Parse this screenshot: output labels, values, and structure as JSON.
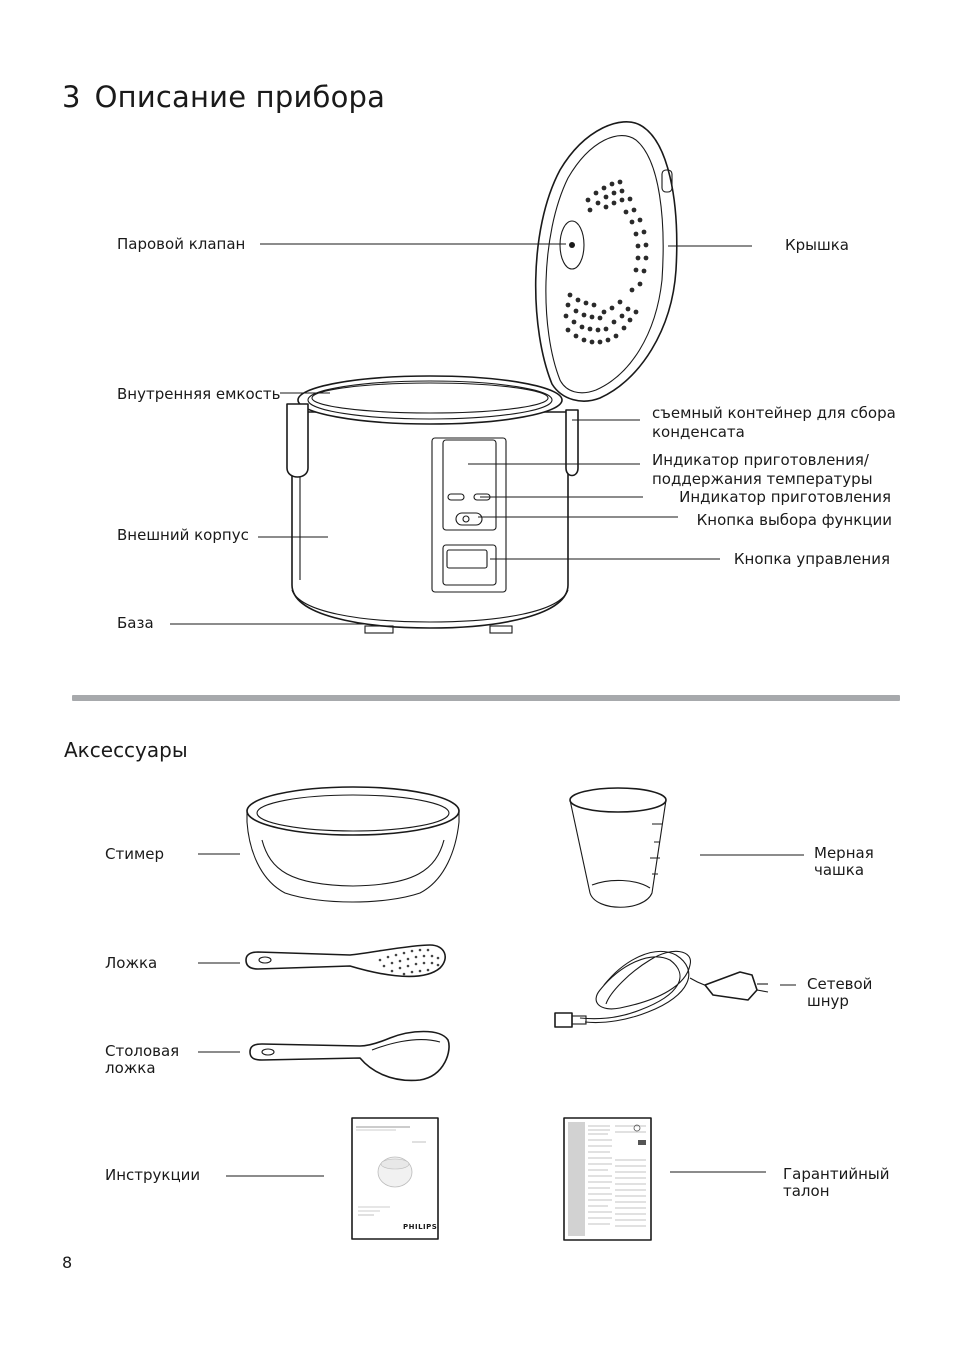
{
  "heading": {
    "number": "3",
    "text": "Описание прибора"
  },
  "device_labels": {
    "steam_valve": "Паровой клапан",
    "inner_pot": "Внутренняя емкость",
    "outer_body": "Внешний корпус",
    "base": "База",
    "lid": "Крышка",
    "condensation_line1": "съемный контейнер для сбора",
    "condensation_line2": "конденсата",
    "cooking_warm_line1": "Индикатор приготовления/",
    "cooking_warm_line2": "поддержания температуры",
    "cooking_indicator": "Индикатор приготовления",
    "function_button": "Кнопка выбора функции",
    "control_button": "Кнопка управления"
  },
  "accessories": {
    "heading": "Аксессуары",
    "steamer": "Стимер",
    "spoon": "Ложка",
    "ladle_line1": "Столовая",
    "ladle_line2": "ложка",
    "manual": "Инструкции",
    "measuring_line1": "Мерная",
    "measuring_line2": "чашка",
    "cord_line1": "Сетевой",
    "cord_line2": "шнур",
    "warranty_line1": "Гарантийный",
    "warranty_line2": "талон"
  },
  "manual_cover": {
    "brand": "PHILIPS"
  },
  "page_number": "8",
  "colors": {
    "divider": "#a7a9ac",
    "ink": "#1a1a1a"
  }
}
